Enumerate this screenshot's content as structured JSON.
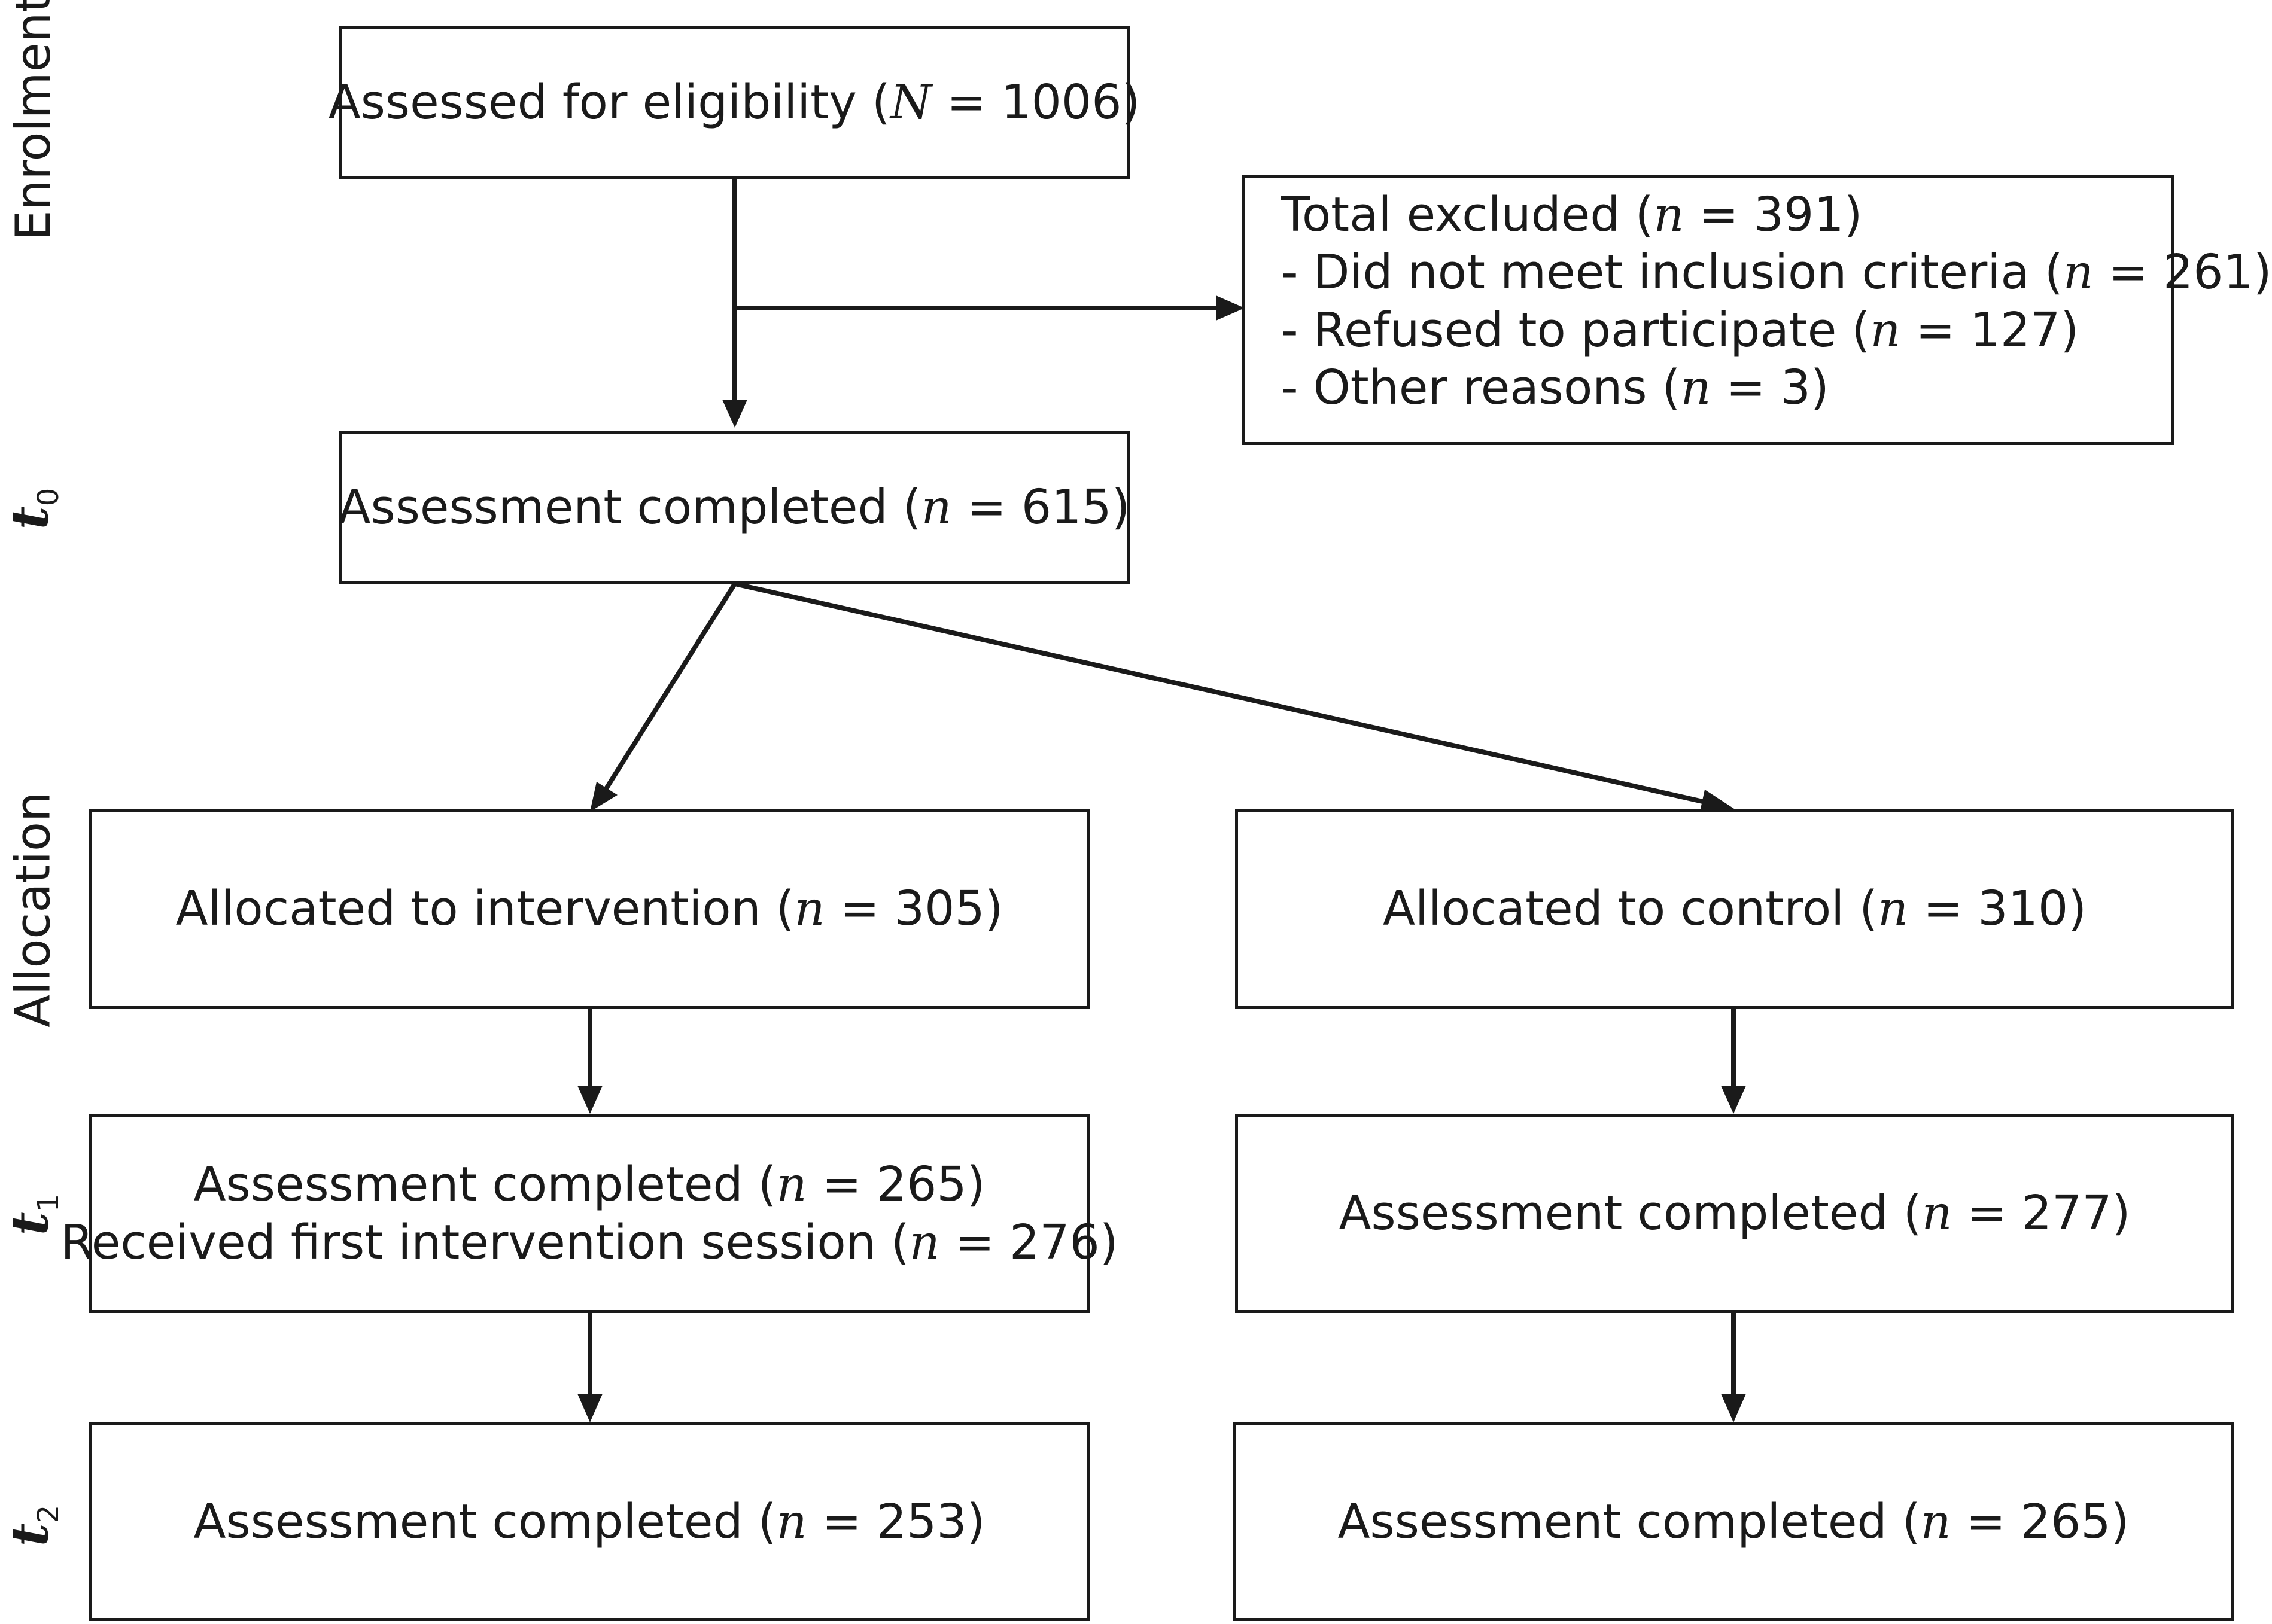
{
  "stages": {
    "enrolment": "Enrolment",
    "t0": {
      "base": "t",
      "sub": "0"
    },
    "allocation": "Allocation",
    "t1": {
      "base": "t",
      "sub": "1"
    },
    "t2": {
      "base": "t",
      "sub": "2"
    }
  },
  "boxes": {
    "assessed": {
      "pre": "Assessed for eligibility (",
      "var": "N",
      "post": " = 1006)"
    },
    "excluded": {
      "lines": [
        {
          "pre": "Total excluded (",
          "var": "n",
          "post": " = 391)"
        },
        {
          "pre": "- Did not meet inclusion criteria (",
          "var": "n",
          "post": " = 261)"
        },
        {
          "pre": "- Refused to participate (",
          "var": "n",
          "post": " = 127)"
        },
        {
          "pre": "- Other reasons (",
          "var": "n",
          "post": " = 3)"
        }
      ]
    },
    "t0_assessment": {
      "pre": "Assessment completed (",
      "var": "n",
      "post": " = 615)"
    },
    "allocated_intervention": {
      "pre": "Allocated to intervention (",
      "var": "n",
      "post": " = 305)"
    },
    "allocated_control": {
      "pre": "Allocated to control (",
      "var": "n",
      "post": " = 310)"
    },
    "t1_intervention": {
      "lines": [
        {
          "pre": "Assessment completed (",
          "var": "n",
          "post": " = 265)"
        },
        {
          "pre": "Received first intervention session (",
          "var": "n",
          "post": " = 276)"
        }
      ]
    },
    "t1_control": {
      "pre": "Assessment completed (",
      "var": "n",
      "post": " = 277)"
    },
    "t2_intervention": {
      "pre": "Assessment completed (",
      "var": "n",
      "post": " = 253)"
    },
    "t2_control": {
      "pre": "Assessment completed (",
      "var": "n",
      "post": " = 265)"
    }
  }
}
